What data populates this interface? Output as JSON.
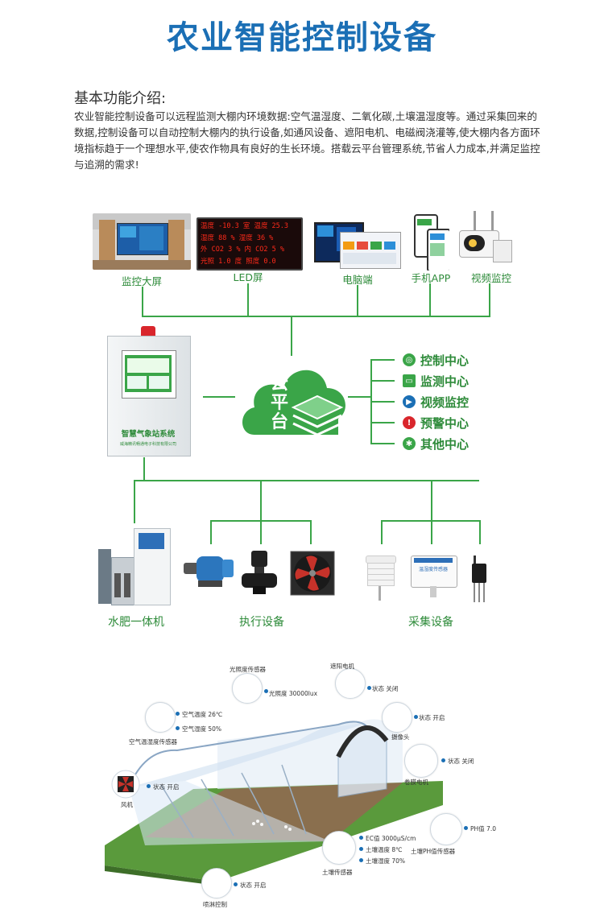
{
  "title": "农业智能控制设备",
  "intro": {
    "heading": "基本功能介绍:",
    "body": "农业智能控制设备可以远程监测大棚内环境数据:空气温湿度、二氧化碳,土壤温湿度等。通过采集回来的数据,控制设备可以自动控制大棚内的执行设备,如通风设备、遮阳电机、电磁阀浇灌等,使大棚内各方面环境指标趋于一个理想水平,使农作物具有良好的生长环境。搭载云平台管理系统,节省人力成本,并满足监控与追溯的需求!"
  },
  "top_devices": [
    {
      "label": "监控大屏"
    },
    {
      "label": "LED屏"
    },
    {
      "label": "电脑端"
    },
    {
      "label": "手机APP"
    },
    {
      "label": "视频监控"
    }
  ],
  "led_rows": [
    "温度 -10.3 室 温度 25.3",
    "湿度 88 % 湿度 36 %",
    "外 CO2 3 % 内 CO2 5 %",
    "光照 1.0 度 照度 0.0"
  ],
  "cabinet": {
    "label": "智慧气象站系统",
    "footer": "威海精讯畅通电子科技有限公司"
  },
  "cloud": {
    "char1": "云",
    "char2": "平",
    "char3": "台"
  },
  "centers": [
    {
      "label": "控制中心",
      "color": "#3aa548",
      "icon": "target-icon"
    },
    {
      "label": "监测中心",
      "color": "#3aa548",
      "icon": "monitor-icon"
    },
    {
      "label": "视频监控",
      "color": "#1b6fb5",
      "icon": "camera-icon"
    },
    {
      "label": "预警中心",
      "color": "#d9262c",
      "icon": "alert-icon"
    },
    {
      "label": "其他中心",
      "color": "#3aa548",
      "icon": "gear-icon"
    }
  ],
  "bottom_groups": [
    {
      "label": "水肥一体机"
    },
    {
      "label": "执行设备"
    },
    {
      "label": "采集设备"
    }
  ],
  "sensor_box_label": "温湿度传感器",
  "greenhouse": {
    "light_sensor": "光照度传感器",
    "light_value": "光照度 30000lux",
    "shade_motor": "遮阳电机",
    "shade_status": "状态 关闭",
    "air_temp": "空气温度 26℃",
    "air_hum": "空气湿度 50%",
    "air_sensor": "空气温湿度传感器",
    "camera": "摄像头",
    "camera_status": "状态 开启",
    "film_motor": "卷膜电机",
    "film_status": "状态 关闭",
    "fan": "风机",
    "fan_status": "状态 开启",
    "ec": "EC值 3000μS/cm",
    "soil_temp": "土壤温度 8℃",
    "soil_hum": "土壤湿度 70%",
    "soil_sensor": "土壤传感器",
    "ph": "PH值 7.0",
    "ph_sensor": "土壤PH值传感器",
    "spray": "喷淋控制",
    "spray_status": "状态 开启"
  }
}
